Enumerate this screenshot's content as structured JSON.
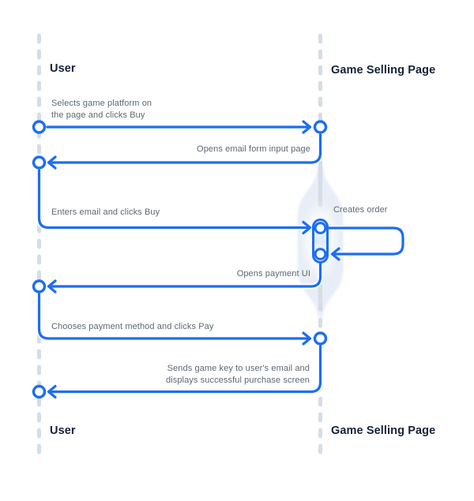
{
  "diagram_type": "sequence-diagram",
  "actors": [
    {
      "id": "user",
      "label": "User"
    },
    {
      "id": "game-selling-page",
      "label": "Game Selling Page"
    }
  ],
  "messages": [
    {
      "from": "User",
      "to": "Game Selling Page",
      "label": "Selects game platform on\nthe page and clicks Buy"
    },
    {
      "from": "Game Selling Page",
      "to": "User",
      "label": "Opens email form input page"
    },
    {
      "from": "User",
      "to": "Game Selling Page",
      "label": "Enters email and clicks Buy"
    },
    {
      "from": "Game Selling Page",
      "to": "Game Selling Page",
      "self": true,
      "label": "Creates order"
    },
    {
      "from": "Game Selling Page",
      "to": "User",
      "label": "Opens payment UI"
    },
    {
      "from": "User",
      "to": "Game Selling Page",
      "label": "Chooses payment method and clicks Pay"
    },
    {
      "from": "Game Selling Page",
      "to": "User",
      "label": "Sends game key to user's email and\ndisplays successful purchase screen"
    }
  ],
  "colors": {
    "accent": "#1c6ef2",
    "lifeline": "#d5dde6",
    "activation_fill": "#e8eef7",
    "message_text": "#5d6874",
    "actor_text": "#152238",
    "background": "#ffffff"
  }
}
